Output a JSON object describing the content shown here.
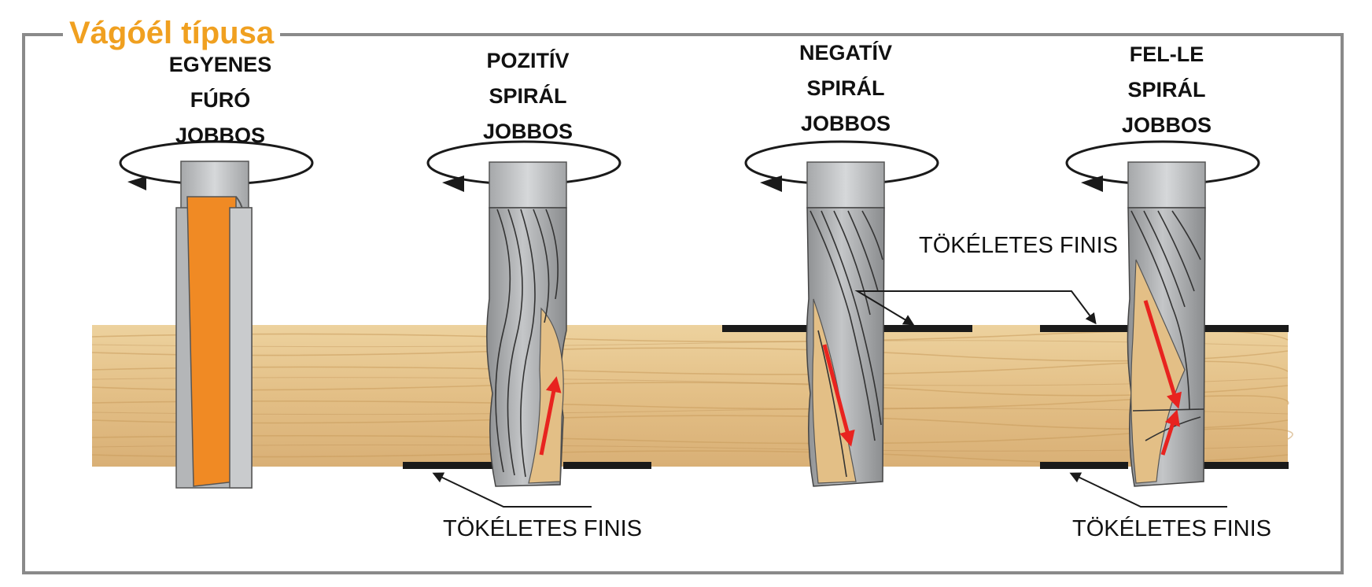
{
  "frame": {
    "title": "Vágóél típusa"
  },
  "tools": [
    {
      "lines": [
        "EGYENES",
        "FÚRÓ",
        "JOBBOS"
      ]
    },
    {
      "lines": [
        "POZITÍV",
        "SPIRÁL",
        "JOBBOS"
      ]
    },
    {
      "lines": [
        "NEGATÍV",
        "SPIRÁL",
        "JOBBOS"
      ]
    },
    {
      "lines": [
        "FEL-LE",
        "SPIRÁL",
        "JOBBOS"
      ]
    }
  ],
  "finish_labels": {
    "top": "TÖKÉLETES FINIS",
    "bottom_left": "TÖKÉLETES FINIS",
    "bottom_right": "TÖKÉLETES FINIS"
  },
  "colors": {
    "frame": "#8a8a8a",
    "title": "#f0a020",
    "wood": "#e6c48c",
    "wood_grain": "#c99c5c",
    "bit_steel": "#a9abad",
    "shank": "#c2c4c6",
    "carbide": "#f08a24",
    "arrow_flow": "#e8231f",
    "finish_bar": "#1a1a1a"
  },
  "icons": [
    "rotation-arrow-icon",
    "chip-flow-arrow-icon"
  ]
}
